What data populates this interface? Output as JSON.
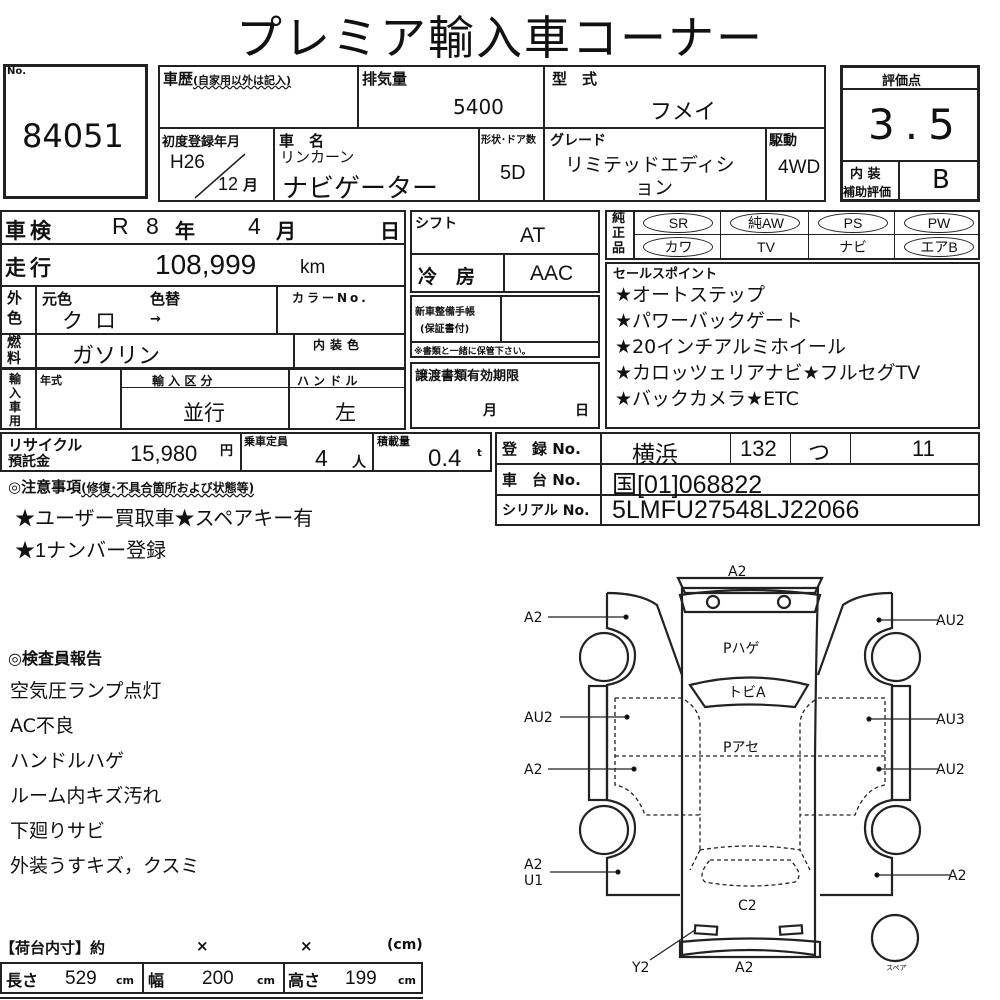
{
  "title": "プレミア輸入車コーナー",
  "lot": {
    "label": "No.",
    "number": "84051"
  },
  "history": {
    "label": "車歴",
    "note": "(自家用以外は記入)"
  },
  "displacement": {
    "label": "排気量",
    "value": "5400"
  },
  "model": {
    "label": "型　式",
    "value": "フメイ"
  },
  "first_reg": {
    "label": "初度登録年月",
    "year": "H26",
    "month": "12",
    "month_unit": "月"
  },
  "car_name": {
    "label": "車　名",
    "maker": "リンカーン",
    "name": "ナビゲーター"
  },
  "doors": {
    "label": "形状･ドア数",
    "value": "5D"
  },
  "grade": {
    "label": "グレード",
    "value1": "リミテッドエディシ",
    "value2": "ョン"
  },
  "drive": {
    "label": "駆動",
    "value": "4WD"
  },
  "score": {
    "label": "評価点",
    "value": "3.5",
    "interior_label1": "内 装",
    "interior_label2": "補助評価",
    "interior_value": "B"
  },
  "inspection": {
    "label": "車検",
    "era": "R",
    "year": "8",
    "year_unit": "年",
    "month": "4",
    "month_unit": "月",
    "day_unit": "日"
  },
  "mileage": {
    "label": "走行",
    "value": "108,999",
    "unit": "km"
  },
  "exterior": {
    "label": "外色",
    "orig_label": "元色",
    "orig_value": "クロ",
    "change_label": "色替",
    "arrow": "→",
    "color_no_label": "カラーNo."
  },
  "fuel": {
    "label": "燃料",
    "value": "ガソリン",
    "interior_color_label": "内装色"
  },
  "import": {
    "label": "輸入車用",
    "year_label": "年式",
    "type_label": "輸 入 区 分",
    "type_value": "並行",
    "handle_label": "ハ ン ド ル",
    "handle_value": "左"
  },
  "shift": {
    "label": "シフト",
    "value": "AT"
  },
  "ac": {
    "label": "冷　房",
    "value": "AAC"
  },
  "maintenance": {
    "label1": "新車整備手帳",
    "label2": "(保証書付)",
    "note": "※書類と一緒に保管下さい。"
  },
  "transfer": {
    "label": "譲渡書類有効期限",
    "month_unit": "月",
    "day_unit": "日"
  },
  "genuine": {
    "label": "純正品",
    "items": [
      "SR",
      "純AW",
      "PS",
      "PW",
      "カワ",
      "TV",
      "ナビ",
      "エアB"
    ],
    "circled": [
      true,
      true,
      true,
      true,
      true,
      false,
      false,
      true
    ]
  },
  "sales_points": {
    "label": "セールスポイント",
    "items": [
      "★オートステップ",
      "★パワーバックゲート",
      "★20インチアルミホイール",
      "★カロッツェリアナビ★フルセグTV",
      "★バックカメラ★ETC"
    ]
  },
  "recycle": {
    "label1": "リサイクル",
    "label2": "預託金",
    "value": "15,980",
    "unit": "円"
  },
  "capacity": {
    "label": "乗車定員",
    "value": "4",
    "unit": "人"
  },
  "load": {
    "label": "積載量",
    "value": "0.4",
    "unit": "t"
  },
  "registration": {
    "reg_label": "登　録 No.",
    "reg_place": "横浜",
    "reg_class": "132",
    "reg_kana": "つ",
    "reg_num": "11",
    "chassis_label": "車　台 No.",
    "chassis_value": "国[01]068822",
    "serial_label": "シリアル No.",
    "serial_value": "5LMFU27548LJ22066"
  },
  "notes": {
    "label": "◎注意事項",
    "sub": "(修復･不具合箇所および状態等)",
    "lines": [
      "★ユーザー買取車★スペアキー有",
      "★1ナンバー登録"
    ]
  },
  "inspector": {
    "label": "◎検査員報告",
    "items": [
      "空気圧ランプ点灯",
      "AC不良",
      "ハンドルハゲ",
      "ルーム内キズ汚れ",
      "下廻りサビ",
      "外装うすキズ，クスミ"
    ]
  },
  "cargo": {
    "label": "【荷台内寸】約",
    "x1": "×",
    "x2": "×",
    "unit_paren": "(cm)",
    "length_label": "長さ",
    "length": "529",
    "width_label": "幅",
    "width": "200",
    "height_label": "高さ",
    "height": "199",
    "unit": "cm"
  },
  "diagram": {
    "front": "A2",
    "rear": "A2",
    "l1": "A2",
    "l2": "AU2",
    "l3": "A2",
    "l4a": "A2",
    "l4b": "U1",
    "r1": "AU2",
    "r2": "AU3",
    "r3": "AU2",
    "r4": "A2",
    "hood": "Pハゲ",
    "windshield": "トビA",
    "roof": "Pアセ",
    "back": "C2",
    "lamp": "Y2",
    "spare": "スペア"
  }
}
